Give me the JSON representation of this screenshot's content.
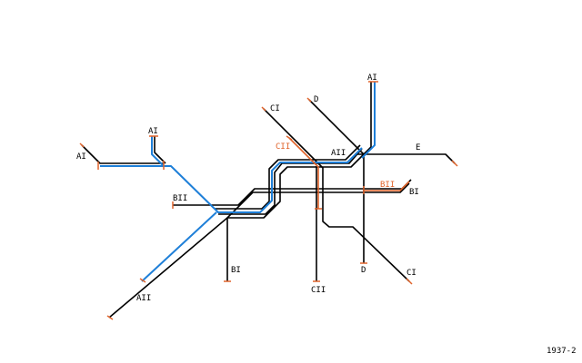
{
  "colors": {
    "line": "#000000",
    "blue": "#1e7fd8",
    "orange": "#e0632a",
    "background": "#ffffff"
  },
  "labels": {
    "ai_top": "AI",
    "ai_left": "AI",
    "ai_mid": "AI",
    "aii_bottom": "AII",
    "aii_center": "AII",
    "bi_bottom": "BI",
    "bii_left": "BII",
    "bii_right": "BII",
    "bi_right": "BI",
    "ci_top": "CI",
    "cii_orange": "CII",
    "cii_bottom": "CII",
    "ci_bottom": "CI",
    "d_top": "D",
    "d_bottom": "D",
    "e": "E"
  },
  "edition": "1937-2"
}
